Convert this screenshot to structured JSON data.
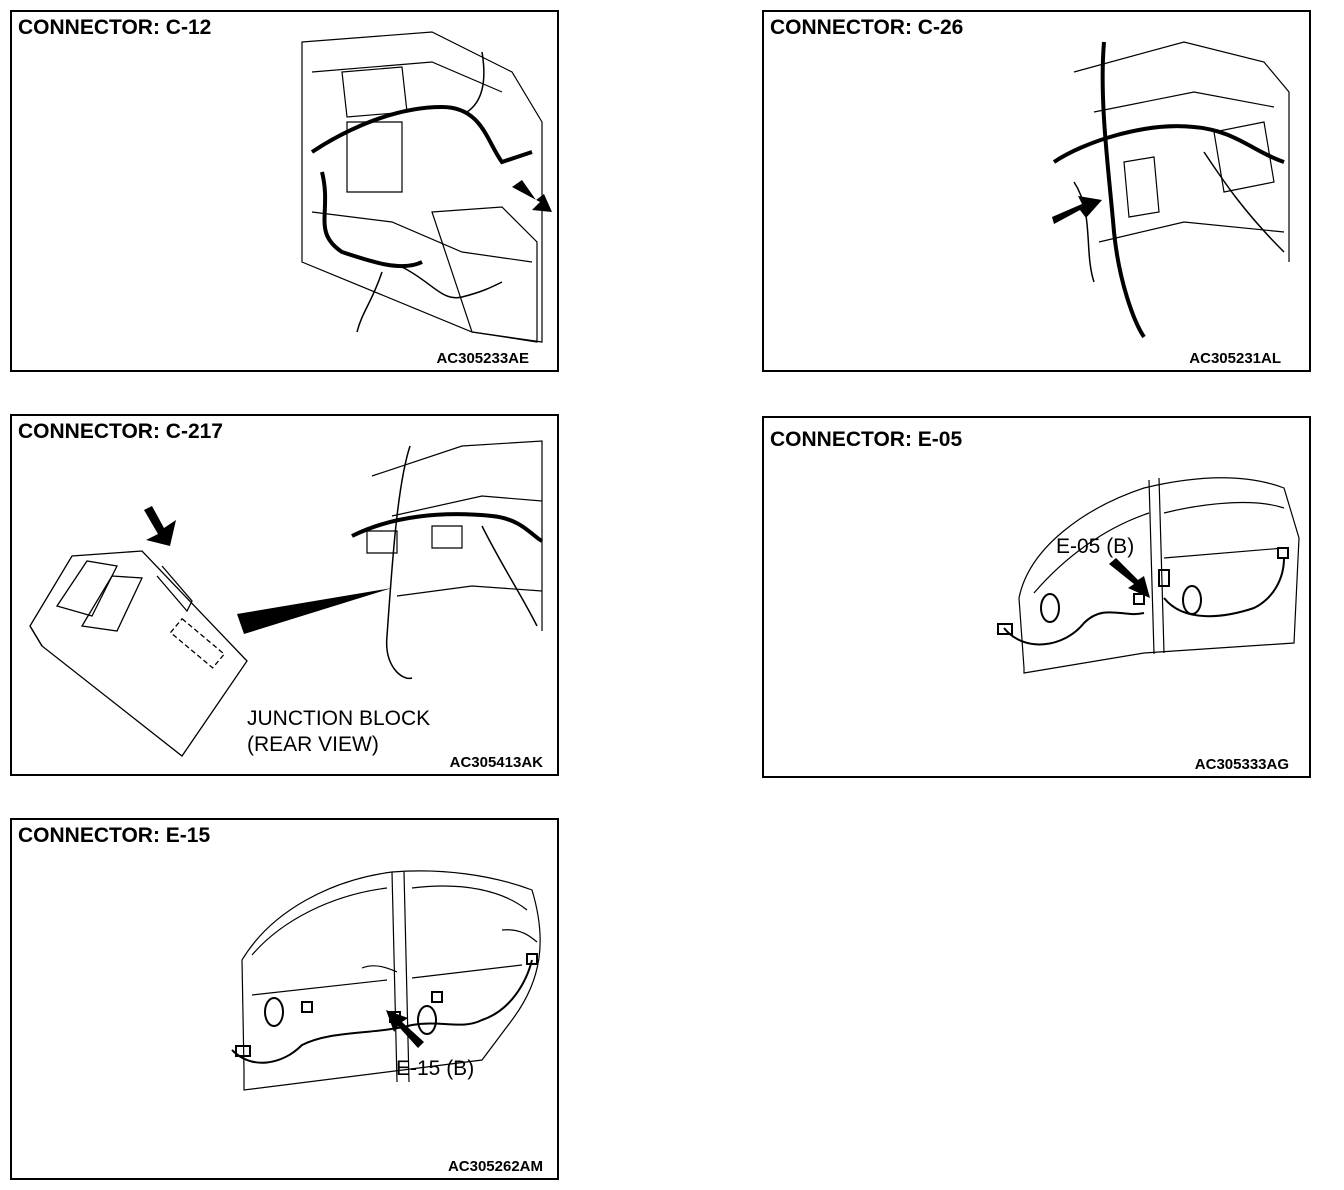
{
  "panels": [
    {
      "title": "CONNECTOR: C-12",
      "code": "AC305233AE"
    },
    {
      "title": "CONNECTOR: C-26",
      "code": "AC305231AL"
    },
    {
      "title": "CONNECTOR: C-217",
      "code": "AC305413AK",
      "labels": [
        "JUNCTION BLOCK",
        "(REAR VIEW)"
      ]
    },
    {
      "title": "CONNECTOR: E-05",
      "code": "AC305333AG",
      "labels": [
        "E-05 (B)"
      ]
    },
    {
      "title": "CONNECTOR: E-15",
      "code": "AC305262AM",
      "labels": [
        "E-15 (B)"
      ]
    }
  ],
  "colors": {
    "line": "#000000",
    "background": "#ffffff"
  }
}
